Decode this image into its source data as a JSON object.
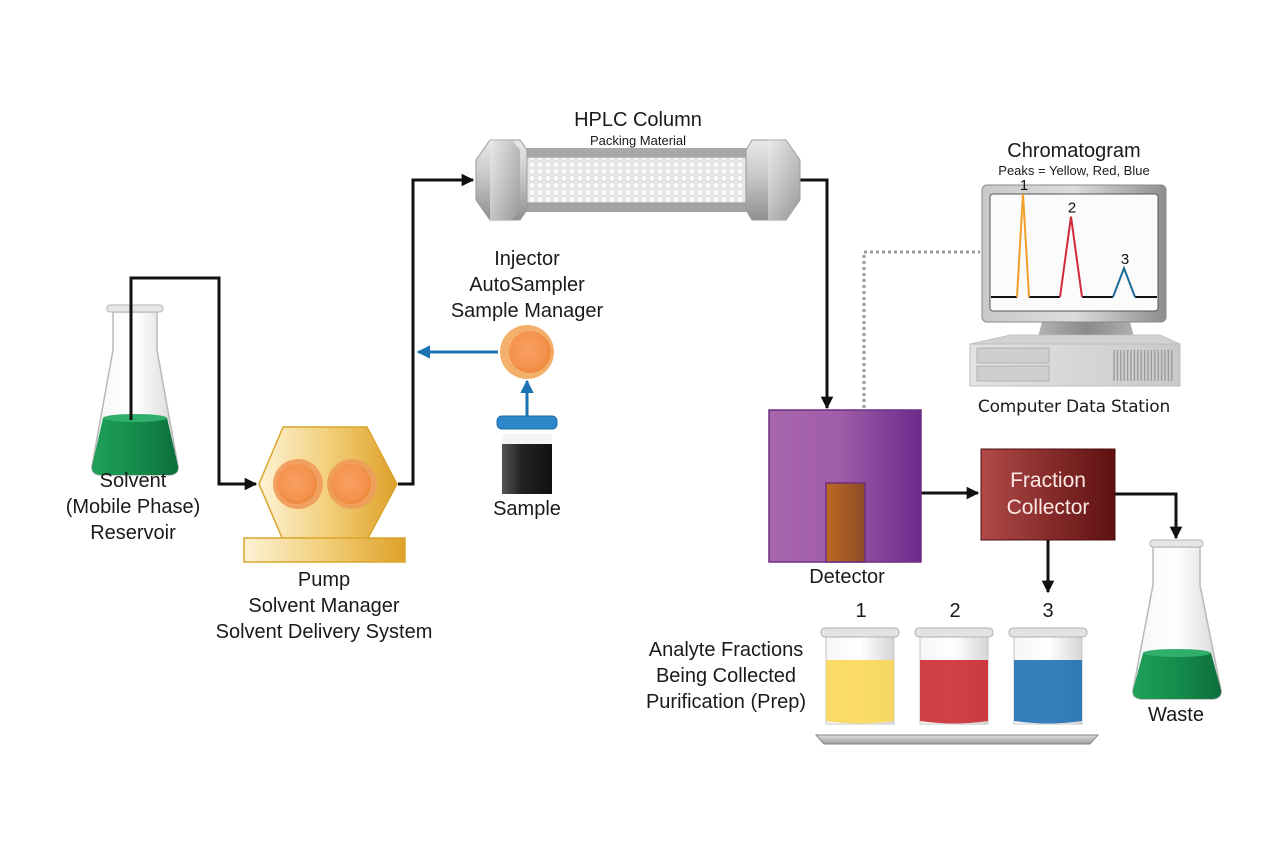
{
  "title": "HPLC System Diagram",
  "components": {
    "column": {
      "title": "HPLC Column",
      "subtitle": "Packing Material"
    },
    "chromatogram": {
      "title": "Chromatogram",
      "subtitle": "Peaks = Yellow, Red, Blue"
    },
    "computer": {
      "label": "Computer Data Station"
    },
    "injector": {
      "lines": [
        "Injector",
        "AutoSampler",
        "Sample Manager"
      ]
    },
    "solvent": {
      "lines": [
        "Solvent",
        "(Mobile Phase)",
        "Reservoir"
      ]
    },
    "pump": {
      "lines": [
        "Pump",
        "Solvent Manager",
        "Solvent Delivery System"
      ]
    },
    "sample": {
      "label": "Sample"
    },
    "detector": {
      "label": "Detector"
    },
    "fraction_collector": {
      "lines": [
        "Fraction",
        "Collector"
      ]
    },
    "waste": {
      "label": "Waste"
    },
    "fractions": {
      "lines": [
        "Analyte Fractions",
        "Being Collected",
        "Purification (Prep)"
      ],
      "vials": [
        {
          "number": "1",
          "color": "#f9d64c"
        },
        {
          "number": "2",
          "color": "#c81e24"
        },
        {
          "number": "3",
          "color": "#1469b0"
        }
      ]
    }
  },
  "peaks": [
    {
      "label": "1",
      "color": "#f0a02a",
      "relative_height": 1.0
    },
    {
      "label": "2",
      "color": "#d2293b",
      "relative_height": 0.78
    },
    {
      "label": "3",
      "color": "#1d6a96",
      "relative_height": 0.28
    }
  ],
  "colors": {
    "solvent_green": "#14894a",
    "pump_gold": "#e9b43a",
    "pump_orange": "#f6954f",
    "detector_purple": "#8b3f98",
    "collector_red": "#8e2424",
    "flow_black": "#111111",
    "flow_blue": "#1b73b3"
  }
}
